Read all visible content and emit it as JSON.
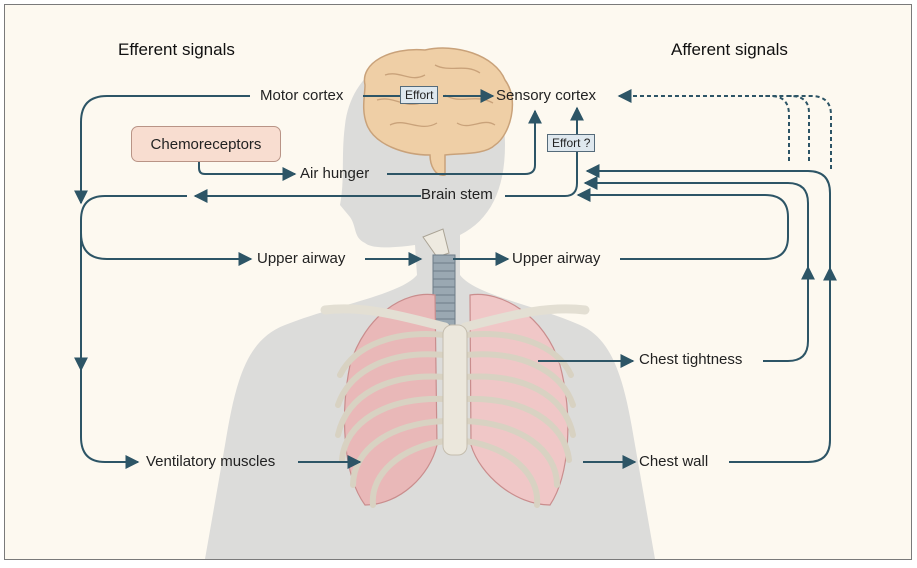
{
  "headings": {
    "efferent": "Efferent signals",
    "afferent": "Afferent signals"
  },
  "labels": {
    "motor_cortex": "Motor cortex",
    "sensory_cortex": "Sensory cortex",
    "chemoreceptors": "Chemoreceptors",
    "air_hunger": "Air hunger",
    "brain_stem": "Brain stem",
    "upper_airway_left": "Upper airway",
    "upper_airway_right": "Upper airway",
    "chest_tightness": "Chest tightness",
    "ventilatory_muscles": "Ventilatory muscles",
    "chest_wall": "Chest wall"
  },
  "tags": {
    "effort": "Effort",
    "effort_q": "Effort ?"
  },
  "colors": {
    "arrow": "#2d5566",
    "silhouette": "#dcdcda",
    "brain": "#efcfa6",
    "lung": "#e9b8b8",
    "rib": "#e6e2d6",
    "chemo_fill": "#f8ddd0"
  }
}
